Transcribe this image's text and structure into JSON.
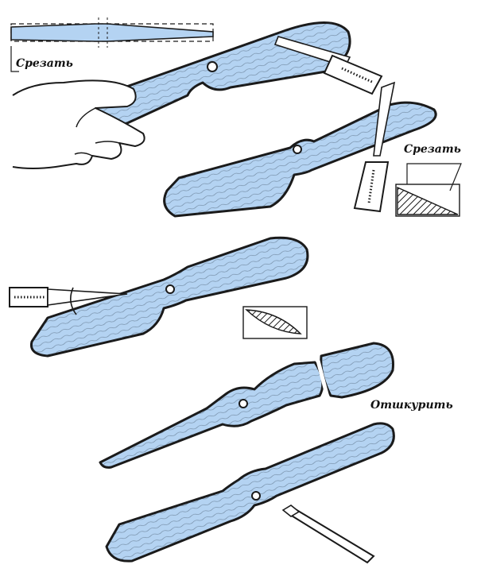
{
  "labels": {
    "cut_top": "Срезать",
    "cut_right": "Срезать",
    "sand": "Отшкурить"
  },
  "colors": {
    "wood_fill": "#b4d3f2",
    "ink": "#1a1a1a",
    "background": "#ffffff"
  },
  "icons": {
    "knife": "utility-knife-icon",
    "hand": "hand-icon",
    "file": "sanding-tool-icon"
  }
}
